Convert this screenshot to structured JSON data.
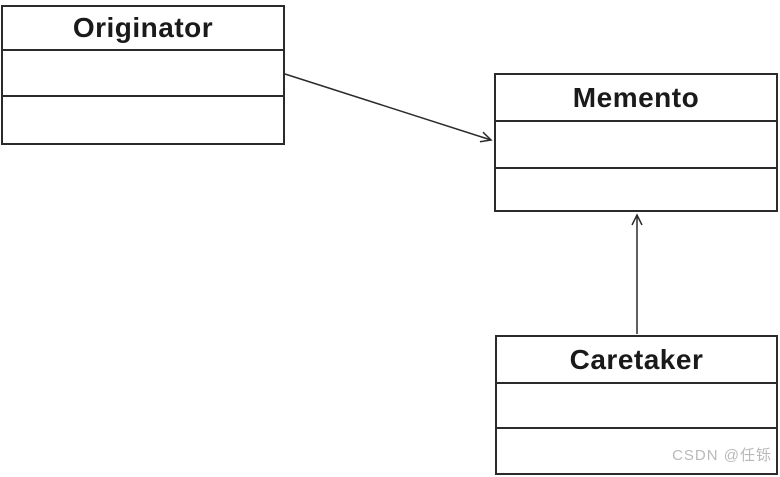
{
  "diagram": {
    "kind": "uml-class-diagram",
    "pattern": "Memento",
    "classes": [
      {
        "id": "originator",
        "name": "Originator",
        "attributes_text": "",
        "methods_text": ""
      },
      {
        "id": "memento",
        "name": "Memento",
        "attributes_text": "",
        "methods_text": ""
      },
      {
        "id": "caretaker",
        "name": "Caretaker",
        "attributes_text": "",
        "methods_text": ""
      }
    ],
    "relations": [
      {
        "from": "Originator",
        "to": "Memento",
        "type": "association",
        "arrowhead": "open",
        "line": "solid"
      },
      {
        "from": "Caretaker",
        "to": "Memento",
        "type": "association",
        "arrowhead": "open",
        "line": "solid"
      }
    ]
  },
  "watermark": {
    "text": "CSDN @任铄"
  },
  "colors": {
    "line": "#2b2b2b",
    "background": "#ffffff",
    "text": "#1a1a1a",
    "watermark": "#b9b9b9"
  }
}
